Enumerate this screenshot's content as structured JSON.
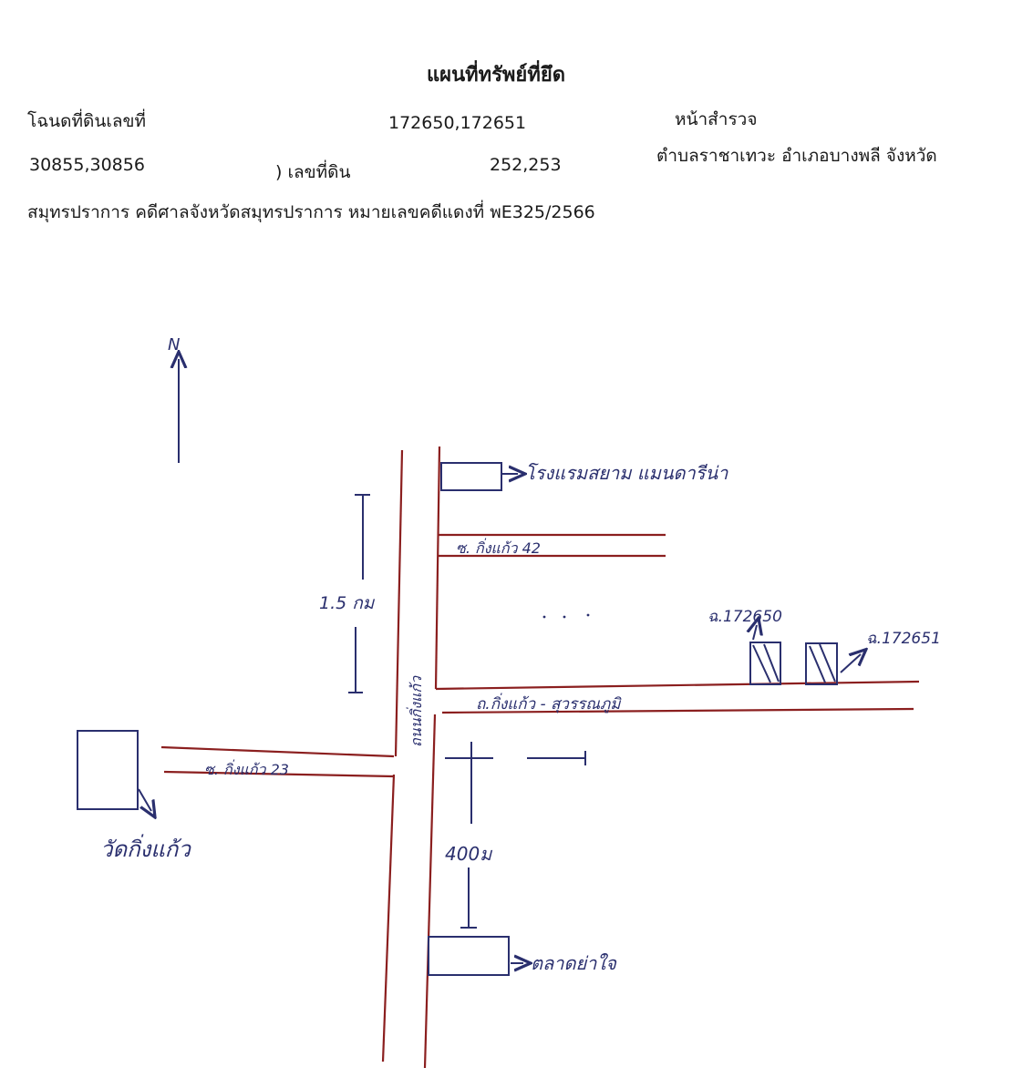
{
  "header": {
    "title": "แผนที่ทรัพย์ที่ยึด",
    "deed_label": "โฉนดที่ดินเลขที่",
    "deed_numbers": "172650,172651",
    "survey_page_label": "หน้าสำรวจ",
    "survey_numbers": "30855,30856",
    "land_no_label": ") เลขที่ดิน",
    "land_numbers": "252,253",
    "location": "ตำบลราชาเทวะ  อำเภอบางพลี  จังหวัด",
    "case_line": "สมุทรปราการ คดีศาลจังหวัดสมุทรปราการ หมายเลขคดีแดงที่ พE325/2566"
  },
  "map": {
    "north_label": "N",
    "hotel_label": "โรงแรมสยาม แมนดารีน่า",
    "soi_42_label": "ซ. กิ่งแก้ว 42",
    "distance_north": "1.5 กม",
    "main_road_label": "ถนนกิ่งแก้ว",
    "east_road_label": "ถ.กิ่งแก้ว - สุวรรณภูมิ",
    "deed_left_label": "ฉ.172650",
    "deed_right_label": "ฉ.172651",
    "soi_23_label": "ซ. กิ่งแก้ว 23",
    "temple_label": "วัดกิ่งแก้ว",
    "distance_south": "400ม",
    "market_label": "ตลาดย่าใจ",
    "colors": {
      "road": "#8b1f1f",
      "ink": "#2a2f6e"
    }
  }
}
